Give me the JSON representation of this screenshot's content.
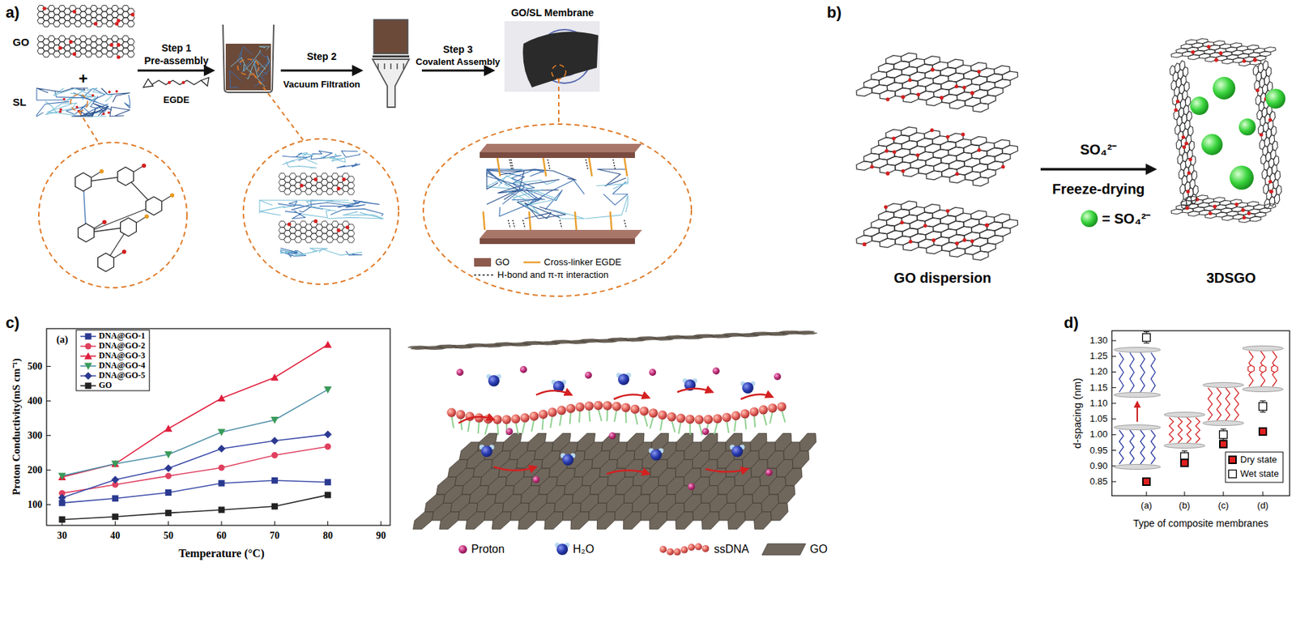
{
  "diagram": {
    "labels": [
      "a)",
      "GO",
      "SL",
      "+",
      "Step 1",
      "Pre-assembly",
      "EGDE",
      "Step 2",
      "Vacuum Filtration",
      "Step 3",
      "Covalent Assembly",
      "GO/SL Membrane",
      "b)",
      "SO₄²⁻",
      "Freeze-drying",
      "GO dispersion",
      "3DSGO",
      "c)",
      "(a)",
      "Proton Conductivity(mS cm⁻¹)",
      "Temperature (°C)",
      "30",
      "40",
      "50",
      "60",
      "70",
      "80",
      "90",
      "100",
      "200",
      "300",
      "400",
      "500",
      "d)",
      "d-spacing (nm)",
      "0.85",
      "0.90",
      "0.95",
      "1.00",
      "1.05",
      "1.10",
      "1.15",
      "1.20",
      "1.25",
      "1.30",
      "(a)",
      "(b)",
      "(c)",
      "(d)",
      "Type of composite membranes"
    ],
    "legend": [
      {
        "text": "GO",
        "color": "#8c5b4e"
      },
      {
        "text": "Cross-linker EGDE"
      },
      {
        "text": "H-bond and π-π interaction"
      },
      {
        "text": "= SO₄²⁻"
      },
      {
        "text": "DNA@GO-1"
      },
      {
        "text": "DNA@GO-2"
      },
      {
        "text": "DNA@GO-3"
      },
      {
        "text": "DNA@GO-4"
      },
      {
        "text": "DNA@GO-5"
      },
      {
        "text": "GO"
      },
      {
        "text": "Proton"
      },
      {
        "text": "H₂O"
      },
      {
        "text": "ssDNA"
      },
      {
        "text": "GO"
      },
      {
        "text": "Dry state"
      },
      {
        "text": "Wet state"
      }
    ]
  }
}
